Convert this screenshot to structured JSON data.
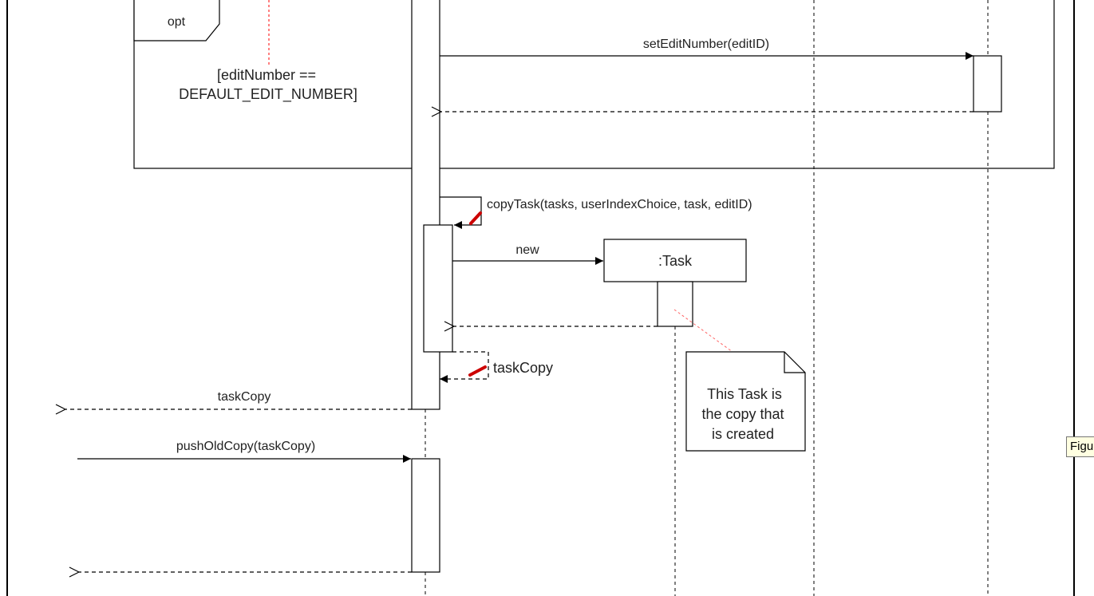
{
  "fragment": {
    "operator": "opt",
    "guard_line1": "[editNumber ==",
    "guard_line2": "DEFAULT_EDIT_NUMBER]"
  },
  "messages": {
    "set_edit_number": "setEditNumber(editID)",
    "copy_task": "copyTask(tasks, userIndexChoice, task, editID)",
    "new_label": "new",
    "task_copy_self": "taskCopy",
    "task_copy_return": "taskCopy",
    "push_old_copy": "pushOldCopy(taskCopy)"
  },
  "objects": {
    "task_object": ":Task"
  },
  "note": {
    "line1": "This Task is",
    "line2": "the copy that",
    "line3": "is created"
  },
  "tooltip": {
    "text": "Figu"
  },
  "colors": {
    "line": "#000000",
    "guard_connector": "#ff0000",
    "note_connector": "#ff6666",
    "highlight": "#cc0000"
  }
}
